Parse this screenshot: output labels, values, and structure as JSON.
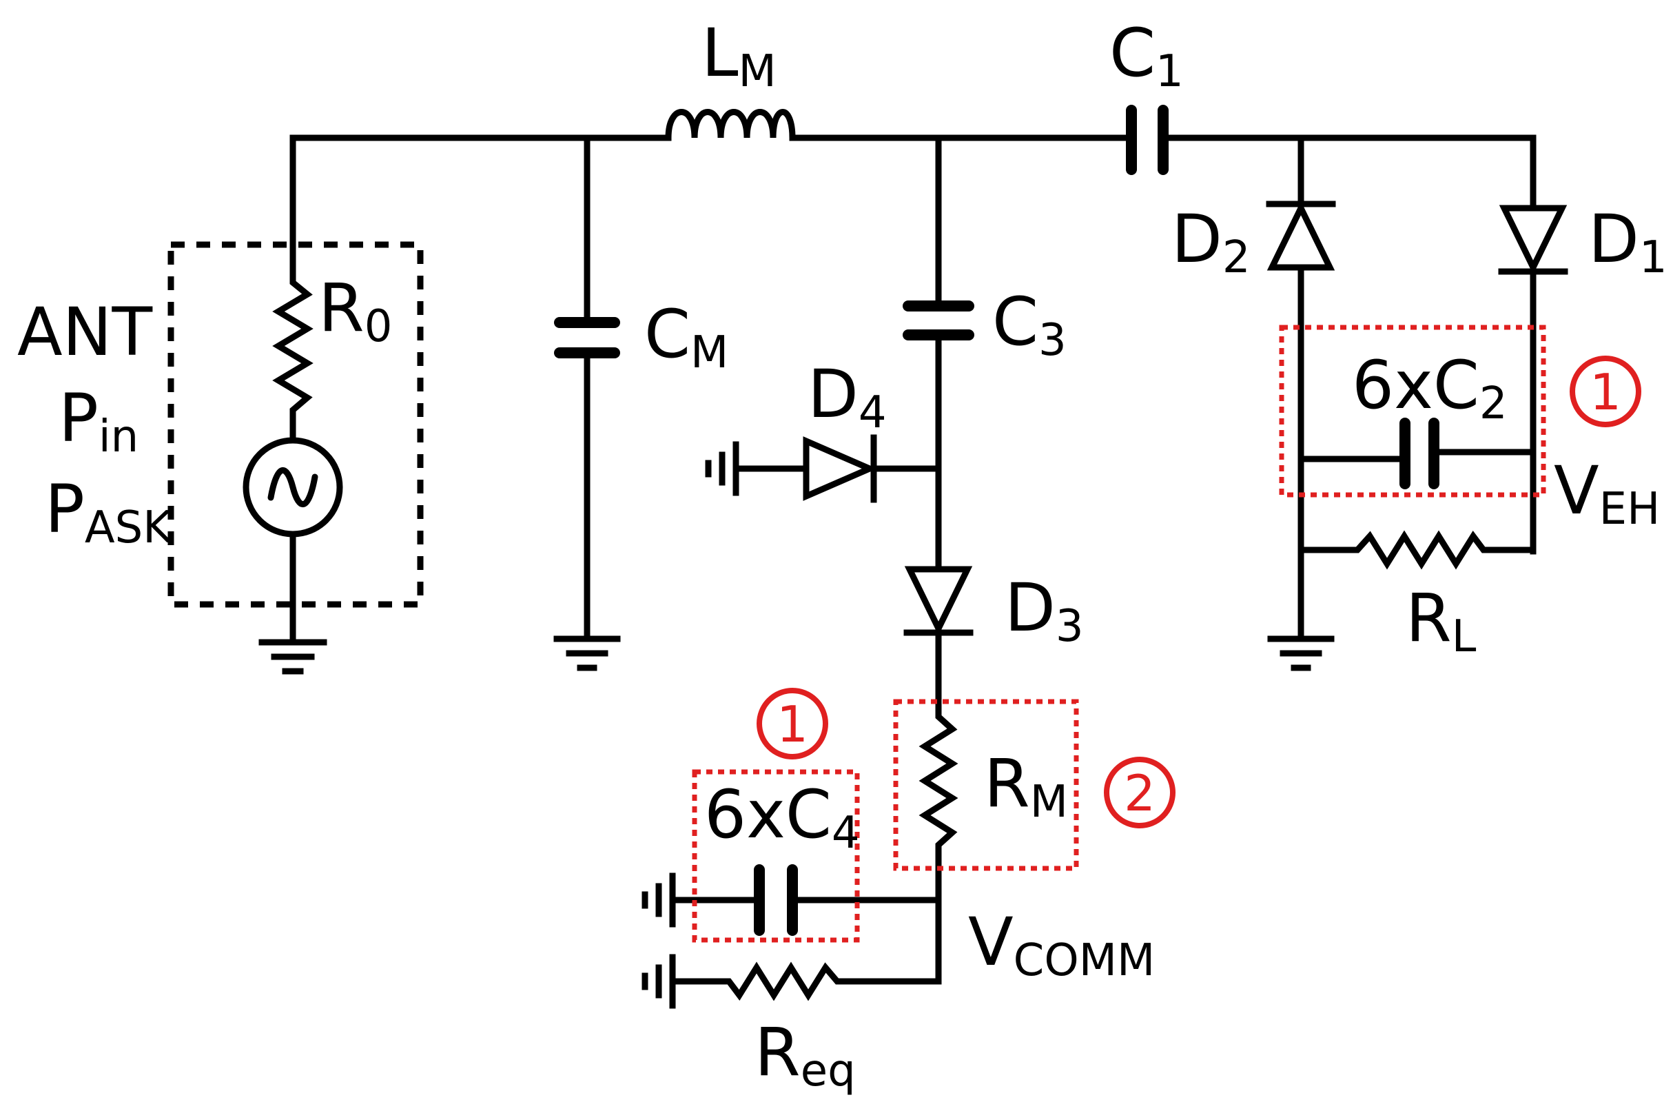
{
  "labels": {
    "ant": "ANT",
    "pin": {
      "main": "P",
      "sub": "in"
    },
    "pask": {
      "main": "P",
      "sub": "ASK"
    },
    "r0": {
      "main": "R",
      "sub": "0"
    },
    "lm": {
      "main": "L",
      "sub": "M"
    },
    "c1": {
      "main": "C",
      "sub": "1"
    },
    "cm": {
      "main": "C",
      "sub": "M"
    },
    "c3": {
      "main": "C",
      "sub": "3"
    },
    "d4": {
      "main": "D",
      "sub": "4"
    },
    "d3": {
      "main": "D",
      "sub": "3"
    },
    "d2": {
      "main": "D",
      "sub": "2"
    },
    "d1": {
      "main": "D",
      "sub": "1"
    },
    "c2bank": {
      "main": "6xC",
      "sub": "2"
    },
    "veh": {
      "main": "V",
      "sub": "EH"
    },
    "rl": {
      "main": "R",
      "sub": "L"
    },
    "rm": {
      "main": "R",
      "sub": "M"
    },
    "c4bank": {
      "main": "6xC",
      "sub": "4"
    },
    "vcomm": {
      "main": "V",
      "sub": "COMM"
    },
    "req": {
      "main": "R",
      "sub": "eq"
    }
  },
  "markers": {
    "one_top": "1",
    "one_left": "1",
    "two": "2"
  },
  "colors": {
    "wire": "#000000",
    "highlight": "#e02020",
    "background": "#ffffff"
  },
  "icons": {
    "source": "ac-source-icon",
    "ground": "ground-icon"
  }
}
